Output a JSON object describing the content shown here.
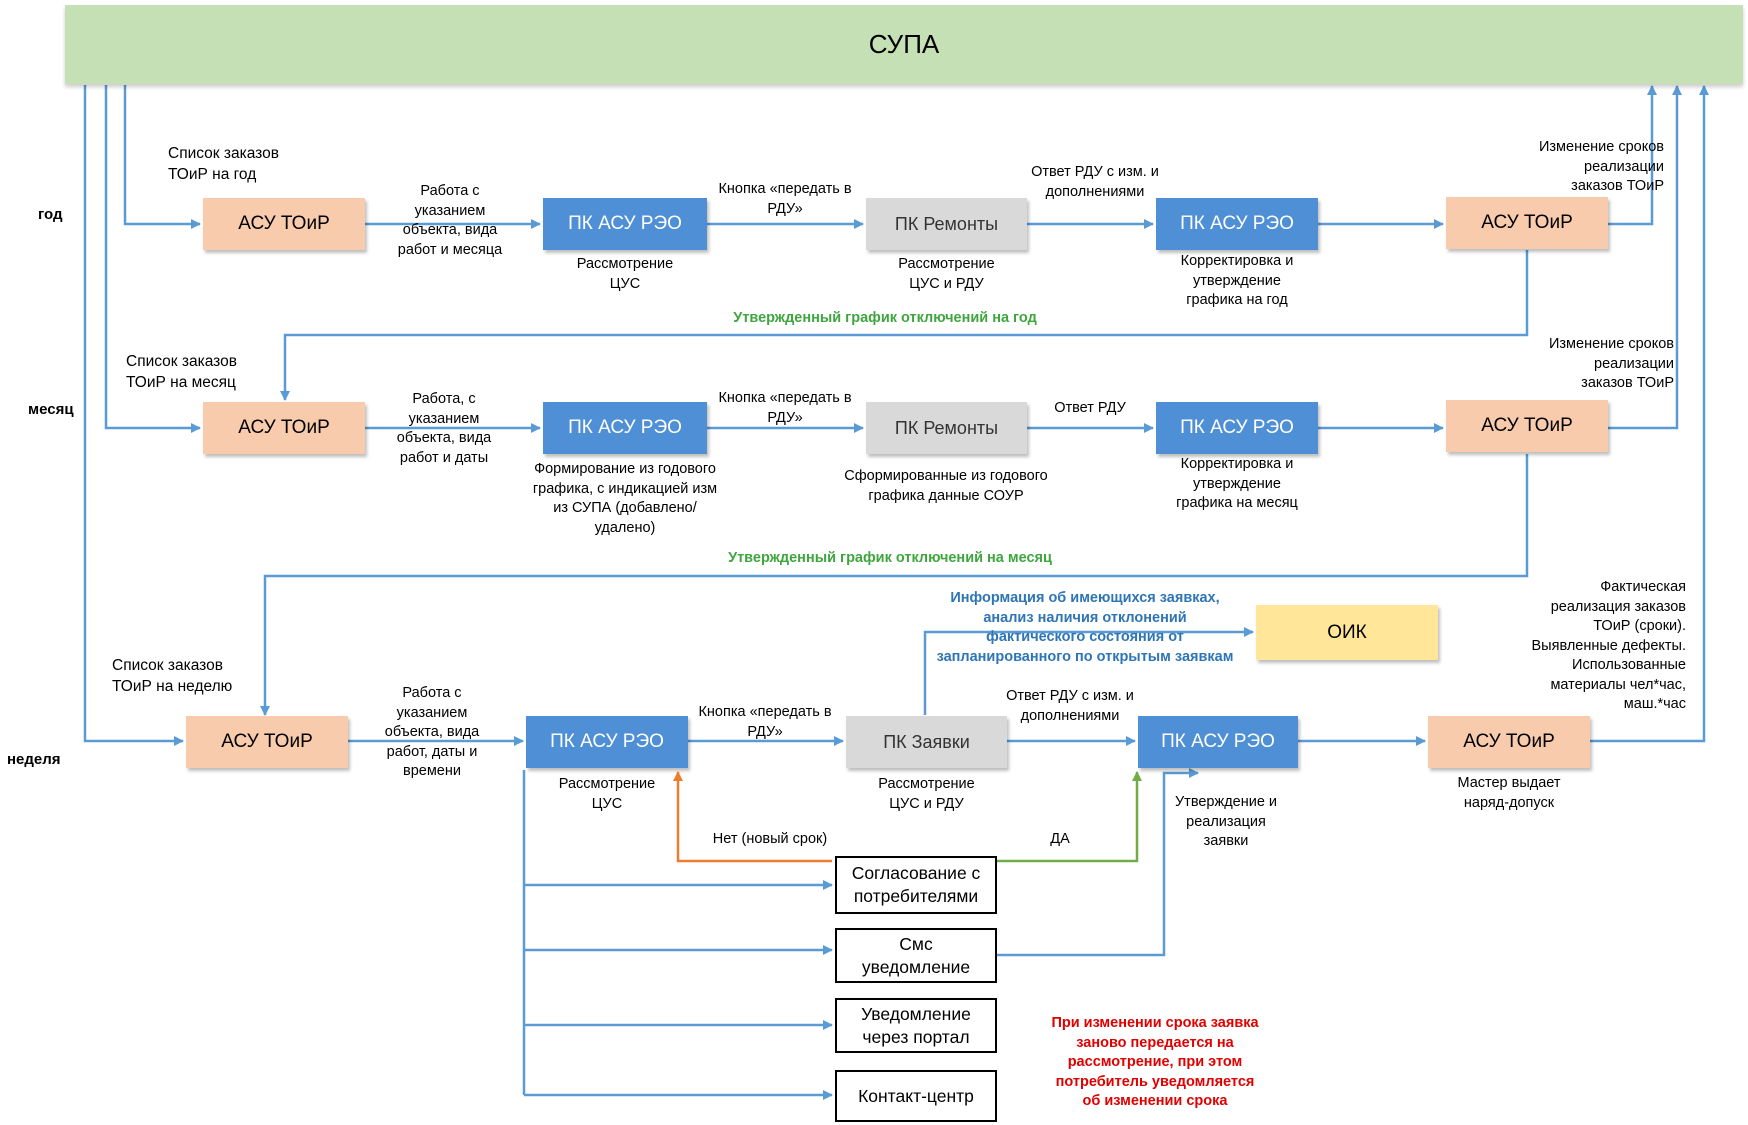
{
  "header": {
    "title": "СУПА"
  },
  "rows": {
    "year": "год",
    "month": "месяц",
    "week": "неделя"
  },
  "year_row": {
    "list_label": "Список заказов\nТОиР на год",
    "asu_toir_in": "АСУ ТОиР",
    "label_work": "Работа с\nуказанием\nобъекта, вида\nработ и месяца",
    "pk_asu_reo_1": "ПК АСУ РЭО",
    "caption_pk1": "Рассмотрение\nЦУС",
    "label_button": "Кнопка «передать в\nРДУ»",
    "pk_remonty": "ПК Ремонты",
    "caption_remonty": "Рассмотрение\nЦУС и РДУ",
    "label_answer": "Ответ РДУ с изм. и\nдополнениями",
    "pk_asu_reo_2": "ПК АСУ РЭО",
    "caption_pk2": "Корректировка и\nутверждение\nграфика на год",
    "asu_toir_out": "АСУ ТОиР",
    "label_change": "Изменение сроков\nреализации\nзаказов ТОиР",
    "approved": "Утвержденный график отключений на год"
  },
  "month_row": {
    "list_label": "Список заказов\nТОиР на месяц",
    "asu_toir_in": "АСУ ТОиР",
    "label_work": "Работа, с\nуказанием\nобъекта, вида\nработ и даты",
    "pk_asu_reo_1": "ПК АСУ РЭО",
    "caption_pk1": "Формирование из годового\nграфика, с индикацией изм\nиз СУПА (добавлено/\nудалено)",
    "label_button": "Кнопка «передать в\nРДУ»",
    "pk_remonty": "ПК Ремонты",
    "caption_remonty": "Сформированные из годового\nграфика данные СОУР",
    "label_answer": "Ответ РДУ",
    "pk_asu_reo_2": "ПК АСУ РЭО",
    "caption_pk2": "Корректировка и\nутверждение\nграфика на месяц",
    "asu_toir_out": "АСУ ТОиР",
    "label_change": "Изменение сроков\nреализации\nзаказов ТОиР",
    "approved": "Утвержденный график отключений на месяц"
  },
  "week_row": {
    "list_label": "Список заказов\nТОиР на неделю",
    "asu_toir_in": "АСУ ТОиР",
    "label_work": "Работа с\nуказанием\nобъекта, вида\nработ, даты и\nвремени",
    "pk_asu_reo_1": "ПК АСУ РЭО",
    "caption_pk1": "Рассмотрение\nЦУС",
    "label_button": "Кнопка «передать в\nРДУ»",
    "pk_zayavki": "ПК Заявки",
    "caption_zayavki": "Рассмотрение\nЦУС и РДУ",
    "label_info": "Информация об имеющихся заявках,\nанализ наличия отклонений\nфактического состояния от\nзапланированного по открытым заявкам",
    "oik": "ОИК",
    "label_answer": "Ответ РДУ с изм. и\nдополнениями",
    "pk_asu_reo_2": "ПК АСУ РЭО",
    "caption_pk2": "Утверждение и\nреализация\nзаявки",
    "asu_toir_out": "АСУ ТОиР",
    "caption_out": "Мастер выдает\nнаряд-допуск",
    "label_fact": "Фактическая\nреализация заказов\nТОиР (сроки).\nВыявленные дефекты.\nИспользованные\nматериалы чел*час,\nмаш.*час",
    "label_no": "Нет (новый срок)",
    "label_yes": "ДА",
    "agree": "Согласование с\nпотребителями",
    "sms": "Смс\nуведомление",
    "portal": "Уведомление\nчерез портал",
    "contact": "Контакт-центр",
    "note": "При изменении срока заявка\nзаново передается на\nрассмотрение, при этом\nпотребитель уведомляется\nоб изменении срока"
  },
  "colors": {
    "arrow": "#5b9bd5",
    "green_arrow": "#70ad47",
    "orange_arrow": "#ed7d31",
    "supa": "#c5e0b4",
    "asu_toir": "#f8cbad",
    "pk": "#4f8fd6",
    "gray": "#d9d9d9",
    "oik": "#ffe699"
  }
}
